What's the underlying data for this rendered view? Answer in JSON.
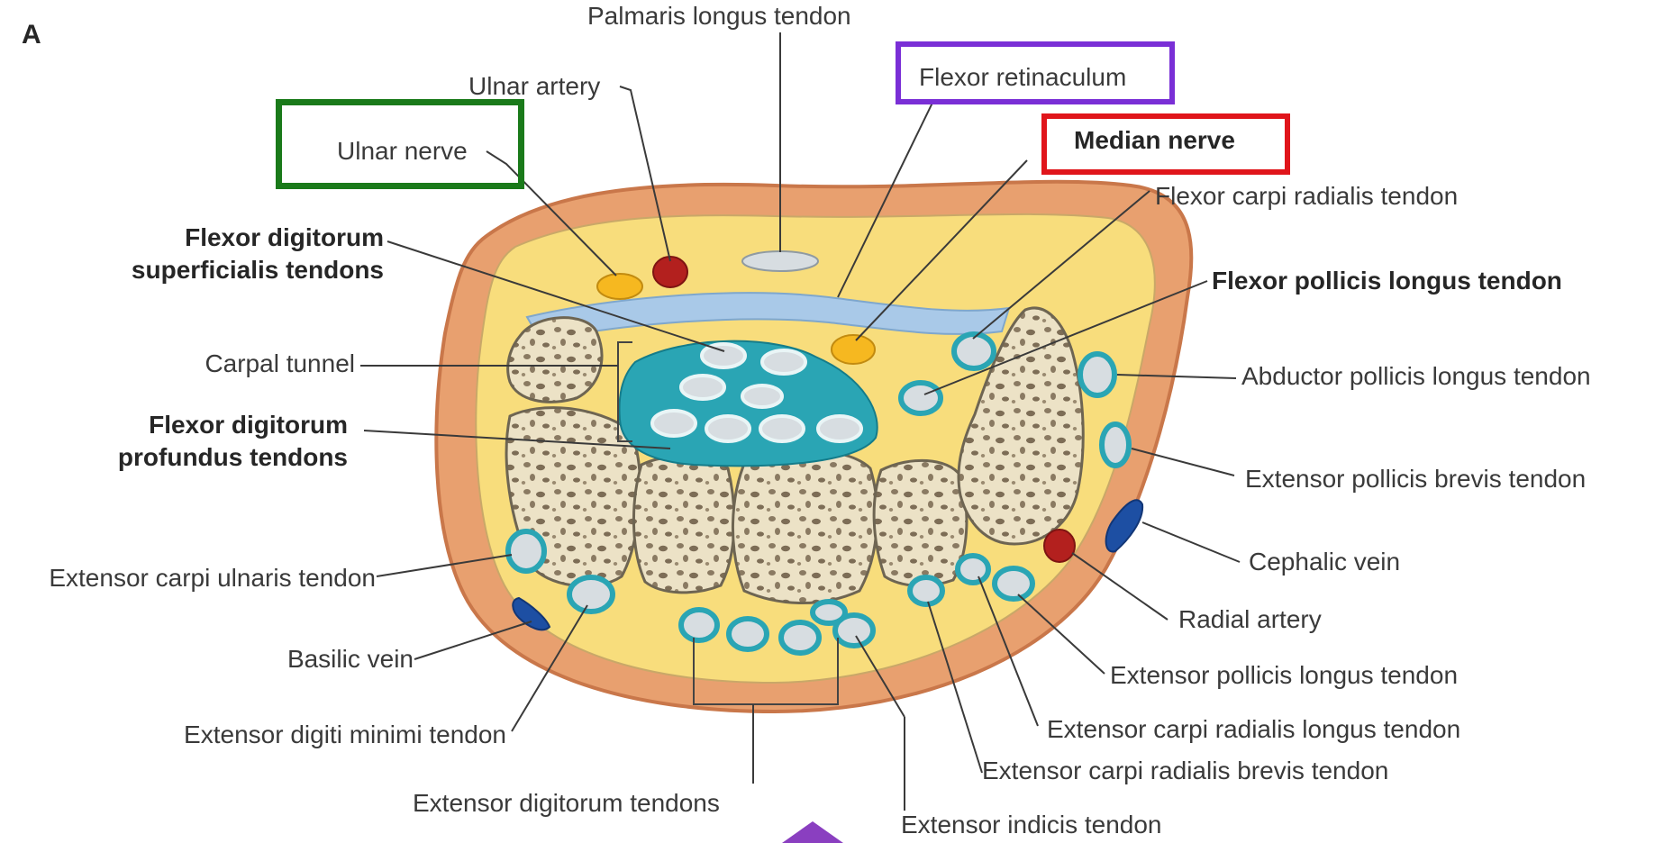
{
  "panel_letter": "A",
  "labels": {
    "palmaris_longus_tendon": "Palmaris longus tendon",
    "ulnar_artery": "Ulnar artery",
    "ulnar_nerve": "Ulnar nerve",
    "flexor_retinaculum": "Flexor retinaculum",
    "median_nerve": "Median nerve",
    "flexor_carpi_radialis_tendon": "Flexor carpi radialis tendon",
    "flexor_digitorum_superficialis_line1": "Flexor digitorum",
    "flexor_digitorum_superficialis_line2": "superficialis tendons",
    "flexor_pollicis_longus_tendon": "Flexor pollicis longus tendon",
    "carpal_tunnel": "Carpal tunnel",
    "abductor_pollicis_longus_tendon": "Abductor pollicis longus tendon",
    "flexor_digitorum_profundus_line1": "Flexor digitorum",
    "flexor_digitorum_profundus_line2": "profundus tendons",
    "extensor_pollicis_brevis_tendon": "Extensor pollicis brevis tendon",
    "extensor_carpi_ulnaris_tendon": "Extensor carpi ulnaris tendon",
    "cephalic_vein": "Cephalic vein",
    "radial_artery": "Radial artery",
    "basilic_vein": "Basilic vein",
    "extensor_pollicis_longus_tendon": "Extensor pollicis longus tendon",
    "extensor_digiti_minimi_tendon": "Extensor digiti minimi tendon",
    "extensor_carpi_radialis_longus_tendon": "Extensor carpi radialis longus tendon",
    "extensor_carpi_radialis_brevis_tendon": "Extensor carpi radialis brevis tendon",
    "extensor_digitorum_tendons": "Extensor digitorum tendons",
    "extensor_indicis_tendon": "Extensor indicis tendon"
  },
  "highlights": [
    {
      "target": "Ulnar nerve",
      "color": "#1a7a1a"
    },
    {
      "target": "Flexor retinaculum",
      "color": "#7a2fd6"
    },
    {
      "target": "Median nerve",
      "color": "#e0151b"
    }
  ],
  "colors": {
    "skin": "#e8a06f",
    "skin_edge": "#c9774a",
    "fat": "#f8dd7c",
    "bone": "#ece2c6",
    "tendon_sheath": "#2aa5b4",
    "tendon_core": "#d7dde1",
    "nerve": "#f6b820",
    "artery": "#b3201e",
    "vein": "#1d4fa3",
    "retinaculum": "#a9c9e8"
  }
}
